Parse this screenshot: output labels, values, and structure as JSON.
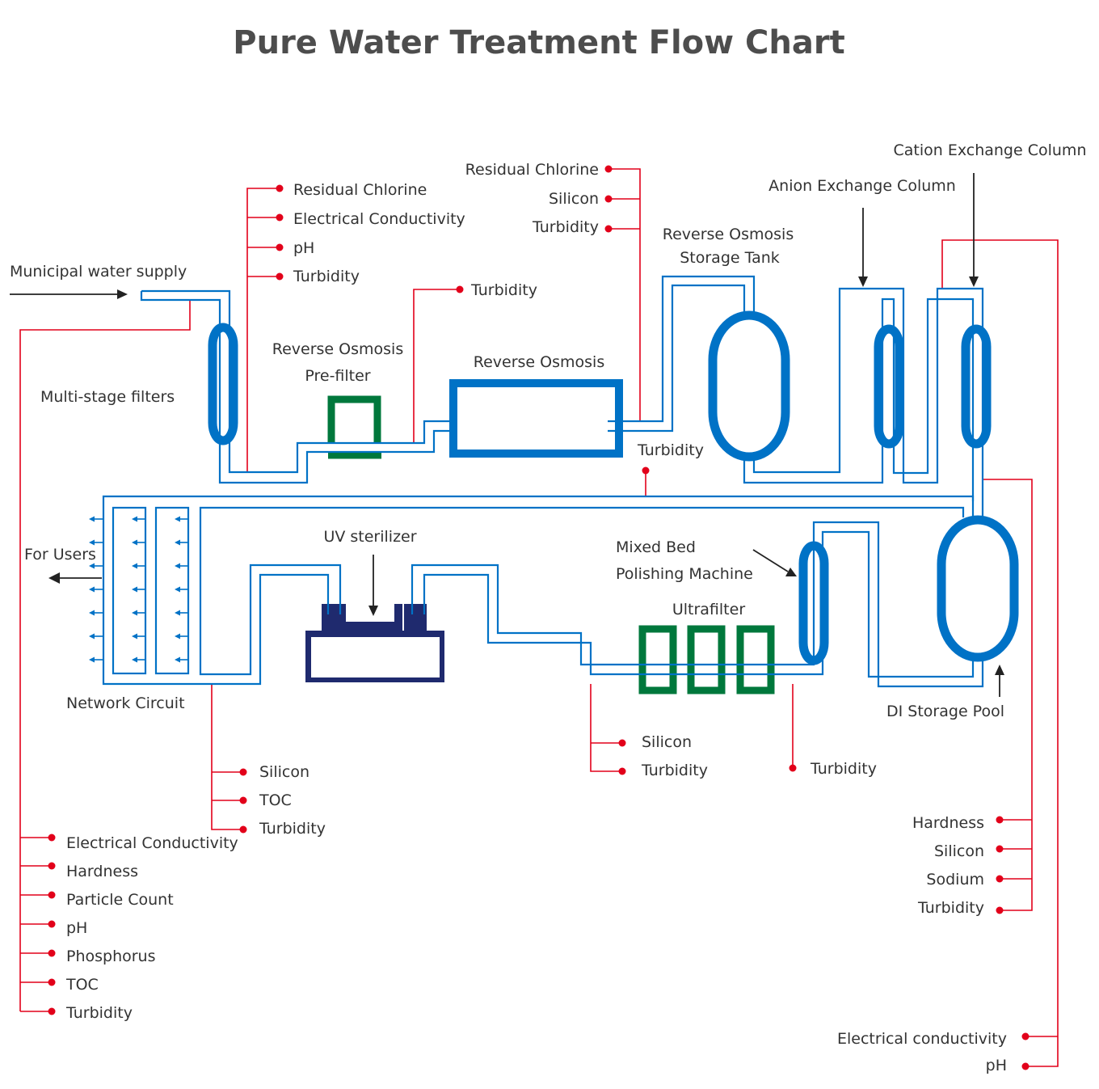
{
  "title": "Pure Water Treatment Flow Chart",
  "colors": {
    "pipe": "#0072c6",
    "filter_green": "#00783c",
    "uv_navy": "#1f2a6e",
    "monitor_red": "#e2001a",
    "text": "#333333",
    "title": "#4d4d4d"
  },
  "components": {
    "municipal_supply": "Municipal water supply",
    "multi_stage_filters": "Multi-stage filters",
    "ro_prefilter_line1": "Reverse Osmosis",
    "ro_prefilter_line2": "Pre-filter",
    "reverse_osmosis": "Reverse Osmosis",
    "ro_storage_line1": "Reverse Osmosis",
    "ro_storage_line2": "Storage Tank",
    "anion_column": "Anion Exchange Column",
    "cation_column": "Cation Exchange Column",
    "di_storage_pool": "DI Storage Pool",
    "mixed_bed_line1": "Mixed Bed",
    "mixed_bed_line2": "Polishing Machine",
    "ultrafilter": "Ultrafilter",
    "uv_sterilizer": "UV sterilizer",
    "network_circuit": "Network Circuit",
    "for_users": "For Users"
  },
  "monitoring_points": {
    "after_multistage": [
      "Residual Chlorine",
      "Electrical Conductivity",
      "pH",
      "Turbidity"
    ],
    "after_prefilter": [
      "Turbidity"
    ],
    "after_ro": [
      "Residual Chlorine",
      "Silicon",
      "Turbidity"
    ],
    "main_loop": [
      "Turbidity"
    ],
    "network_return": [
      "Silicon",
      "TOC",
      "Turbidity"
    ],
    "municipal_inlet": [
      "Electrical Conductivity",
      "Hardness",
      "Particle Count",
      "pH",
      "Phosphorus",
      "TOC",
      "Turbidity"
    ],
    "before_ultrafilter": [
      "Silicon",
      "Turbidity"
    ],
    "after_ultrafilter": [
      "Turbidity"
    ],
    "di_outlet": [
      "Hardness",
      "Silicon",
      "Sodium",
      "Turbidity"
    ],
    "cation_outlet": [
      "Electrical conductivity",
      "pH"
    ]
  }
}
